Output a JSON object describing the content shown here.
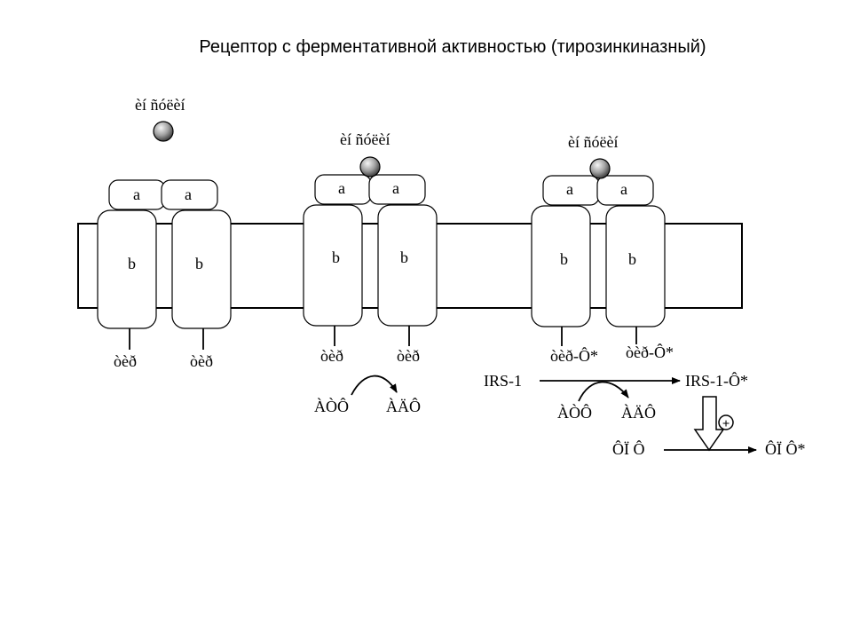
{
  "title": "Рецептор с ферментативной активностью (тирозинкиназный)",
  "colors": {
    "line": "#000000",
    "background": "#ffffff",
    "ligand_light": "#e0e0e0",
    "ligand_dark": "#444444"
  },
  "receptors": [
    {
      "ligand_label": "èí ñóëèí",
      "alpha": [
        "a",
        "a"
      ],
      "beta": [
        "b",
        "b"
      ],
      "tail": [
        "òèð",
        "òèð"
      ]
    },
    {
      "ligand_label": "èí ñóëèí",
      "alpha": [
        "a",
        "a"
      ],
      "beta": [
        "b",
        "b"
      ],
      "tail": [
        "òèð",
        "òèð"
      ]
    },
    {
      "ligand_label": "èí ñóëèí",
      "alpha": [
        "a",
        "a"
      ],
      "beta": [
        "b",
        "b"
      ],
      "tail": [
        "òèð-Ô*",
        "òèð-Ô*"
      ]
    }
  ],
  "reactions": {
    "atp_1": "ÀÒÔ",
    "adp_1": "ÀÄÔ",
    "irs": "IRS-1",
    "irs_p": "IRS-1-Ô*",
    "atp_2": "ÀÒÔ",
    "adp_2": "ÀÄÔ",
    "plus": "+",
    "fpf": "ÔÏ Ô",
    "fpf_p": "ÔÏ Ô*"
  }
}
